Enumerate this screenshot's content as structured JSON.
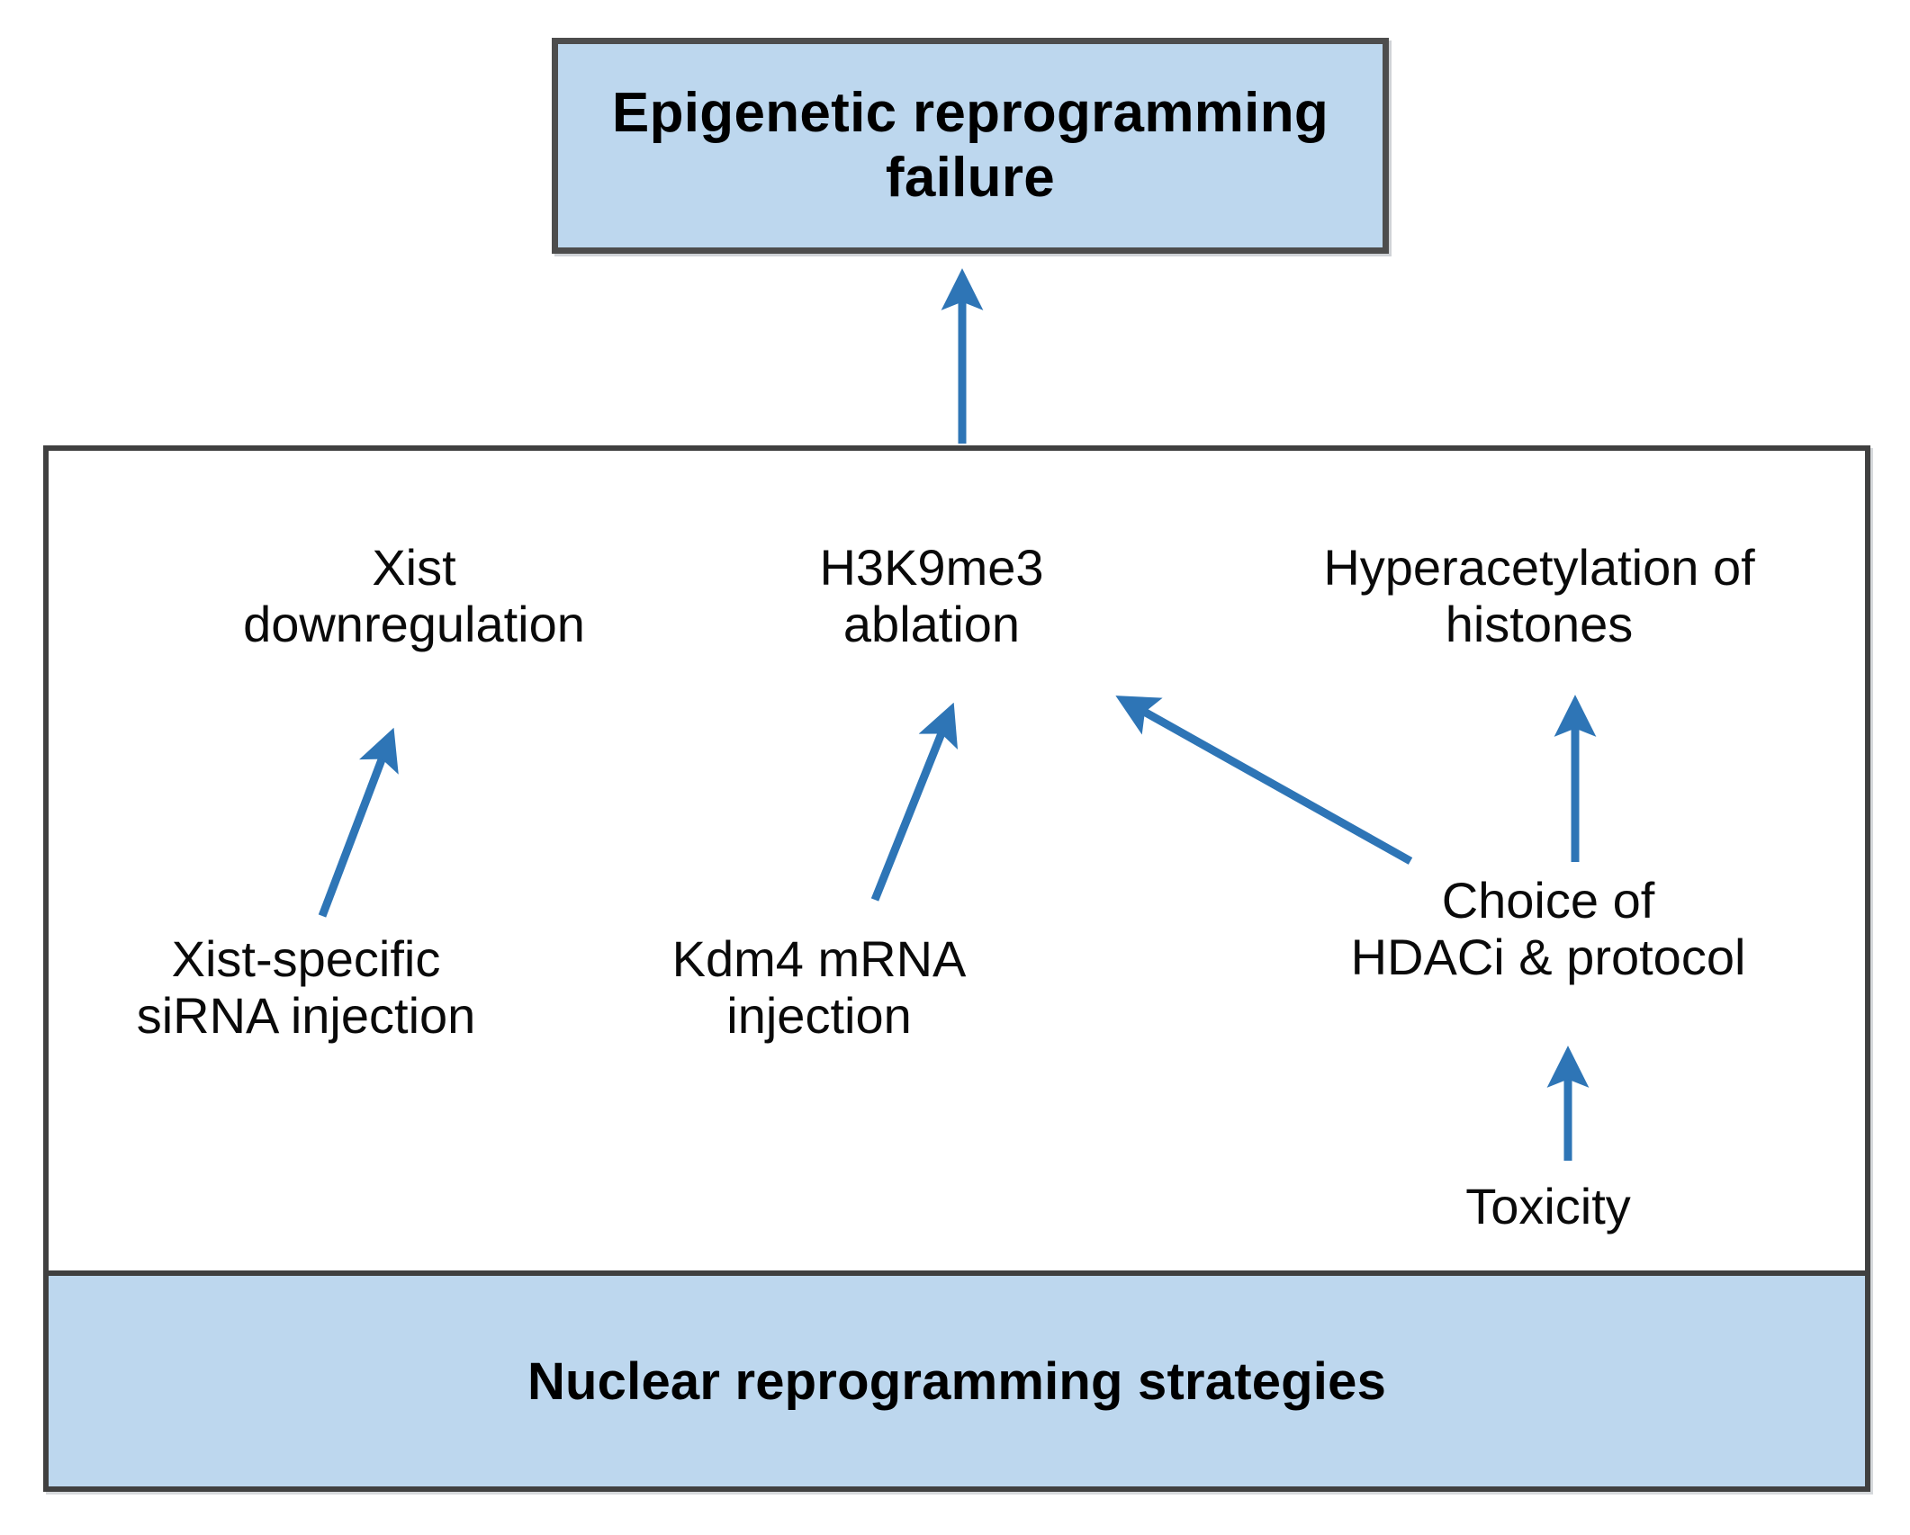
{
  "figure": {
    "kind": "flow-diagram",
    "accent_color": "#2e75b6",
    "box_fill_color": "#bdd7ee",
    "box_border_color": "#404040",
    "text_color": "#000000",
    "background_color": "#ffffff"
  },
  "outcome": {
    "label": "Epigenetic\nreprogramming failure"
  },
  "container": {
    "footer_label": "Nuclear reprogramming strategies"
  },
  "targets": [
    {
      "id": "xist-downregulation",
      "label": "Xist\ndownregulation"
    },
    {
      "id": "h3k9me3-ablation",
      "label": "H3K9me3\nablation"
    },
    {
      "id": "hyperacetylation",
      "label": "Hyperacetylation of\nhistones"
    }
  ],
  "strategies": [
    {
      "id": "xist-sirna-injection",
      "label": "Xist-specific\nsiRNA injection"
    },
    {
      "id": "kdm4-mrna-injection",
      "label": "Kdm4 mRNA\ninjection"
    },
    {
      "id": "hdaci-choice",
      "label": "Choice of\nHDACi & protocol"
    },
    {
      "id": "toxicity",
      "label": "Toxicity"
    }
  ],
  "arrows": [
    {
      "id": "container-to-outcome",
      "from": "nuclear-reprogramming-strategies",
      "to": "epigenetic-reprogramming-failure"
    },
    {
      "id": "sirna-to-xist",
      "from": "xist-sirna-injection",
      "to": "xist-downregulation"
    },
    {
      "id": "kdm4-to-h3k9me3",
      "from": "kdm4-mrna-injection",
      "to": "h3k9me3-ablation"
    },
    {
      "id": "hdaci-to-h3k9me3",
      "from": "hdaci-choice",
      "to": "h3k9me3-ablation"
    },
    {
      "id": "hdaci-to-hyperacet",
      "from": "hdaci-choice",
      "to": "hyperacetylation"
    },
    {
      "id": "toxicity-to-hdaci",
      "from": "toxicity",
      "to": "hdaci-choice"
    }
  ]
}
